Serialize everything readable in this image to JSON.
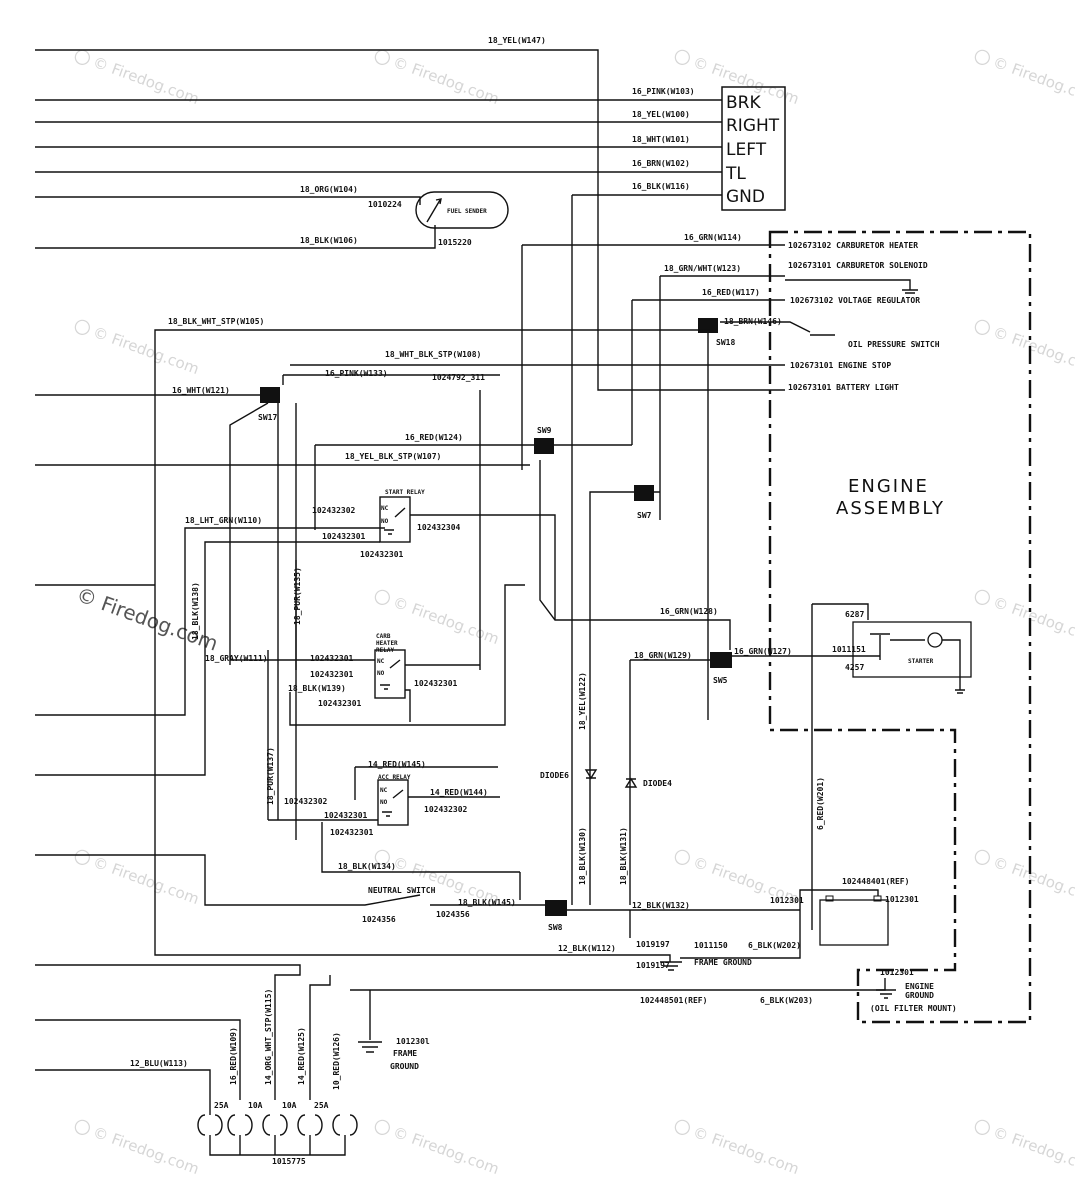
{
  "watermark": {
    "text": "© Firedog.com"
  },
  "connector": {
    "pins": [
      "BRK",
      "RIGHT",
      "LEFT",
      "TL",
      "GND"
    ]
  },
  "engine": {
    "title_line1": "ENGINE",
    "title_line2": "ASSEMBLY",
    "components": [
      "102673102 CARBURETOR HEATER",
      "102673101 CARBURETOR SOLENOID",
      "102673102 VOLTAGE REGULATOR",
      "OIL PRESSURE SWITCH",
      "102673101  ENGINE STOP",
      "102673101 BATTERY LIGHT"
    ],
    "starter": "STARTER",
    "ground_label_1": "ENGINE",
    "ground_label_2": "GROUND",
    "ground_label_3": "(OIL FILTER MOUNT)",
    "ground_part": "1012301",
    "battery_ref": "102448401(REF)",
    "battery_part": "1012301"
  },
  "wires": {
    "w147": "18_YEL(W147)",
    "w103": "16_PINK(W103)",
    "w100": "18_YEL(W100)",
    "w101": "18_WHT(W101)",
    "w102": "16_BRN(W102)",
    "w116": "16_BLK(W116)",
    "w104": "18_ORG(W104)",
    "w106": "18_BLK(W106)",
    "w114": "16_GRN(W114)",
    "w123": "18_GRN/WHT(W123)",
    "w117": "16_RED(W117)",
    "w146": "18_BRN(W146)",
    "w105": "18_BLK_WHT_STP(W105)",
    "w108": "18_WHT_BLK_STP(W108)",
    "w133": "16_PINK(W133)",
    "w121": "16_WHT(W121)",
    "w124": "16_RED(W124)",
    "w107": "18_YEL_BLK_STP(W107)",
    "w110": "18_LHT_GRN(W110)",
    "w138": "18_BLK(W138)",
    "w135": "18_PUR(W135)",
    "w111": "18_GRAY(W111)",
    "w139": "18_BLK(W139)",
    "w128": "16_GRN(W128)",
    "w129": "18_GRN(W129)",
    "w127": "16_GRN(W127)",
    "w122": "18_YEL(W122)",
    "w145a": "14_RED(W145)",
    "w144": "14_RED(W144)",
    "w137": "18_PUR(W137)",
    "w134": "18_BLK(W134)",
    "w145b": "18_BLK(W145)",
    "w130": "18_BLK(W130)",
    "w131": "18_BLK(W131)",
    "w132": "12_BLK(W132)",
    "w112": "12_BLK(W112)",
    "w202": "6_BLK(W202)",
    "w203": "6_BLK(W203)",
    "w201": "6_RED(W201)",
    "w113": "12_BLU(W113)",
    "w109": "16_RED(W109)",
    "w115": "14_ORG_WHT_STP(W115)",
    "w125": "14_RED(W125)",
    "w126": "10_RED(W126)"
  },
  "parts": {
    "fuel_sender": "FUEL SENDER",
    "fuel_p1": "1010224",
    "fuel_p2": "1015220",
    "pink_part": "1024792_311",
    "start_relay": "START RELAY",
    "carb_relay_1": "CARB",
    "carb_relay_2": "HEATER",
    "carb_relay_3": "RELAY",
    "acc_relay": "ACC RELAY",
    "p_102432302": "102432302",
    "p_102432301": "102432301",
    "p_102432304": "102432304",
    "nc": "NC",
    "no": "NO",
    "neutral_switch": "NEUTRAL SWITCH",
    "p_1024356": "1024356",
    "diode6": "DIODE6",
    "diode4": "DIODE4",
    "frame_ground": "FRAME GROUND",
    "frame_ground_1": "FRAME",
    "frame_ground_2": "GROUND",
    "p_1019197": "1019197",
    "p_1011150": "1011150",
    "p_1012301": "1012301",
    "p_101230l": "101230l",
    "p_102448501": "102448501(REF)",
    "p_6287": "6287",
    "p_4257": "4257",
    "p_1011151": "1011151",
    "fuse_25a": "25A",
    "fuse_10a": "10A",
    "fuse_part": "1015775"
  },
  "switches": {
    "sw17": "SW17",
    "sw18": "SW18",
    "sw9": "SW9",
    "sw7": "SW7",
    "sw5": "SW5",
    "sw8": "SW8"
  }
}
